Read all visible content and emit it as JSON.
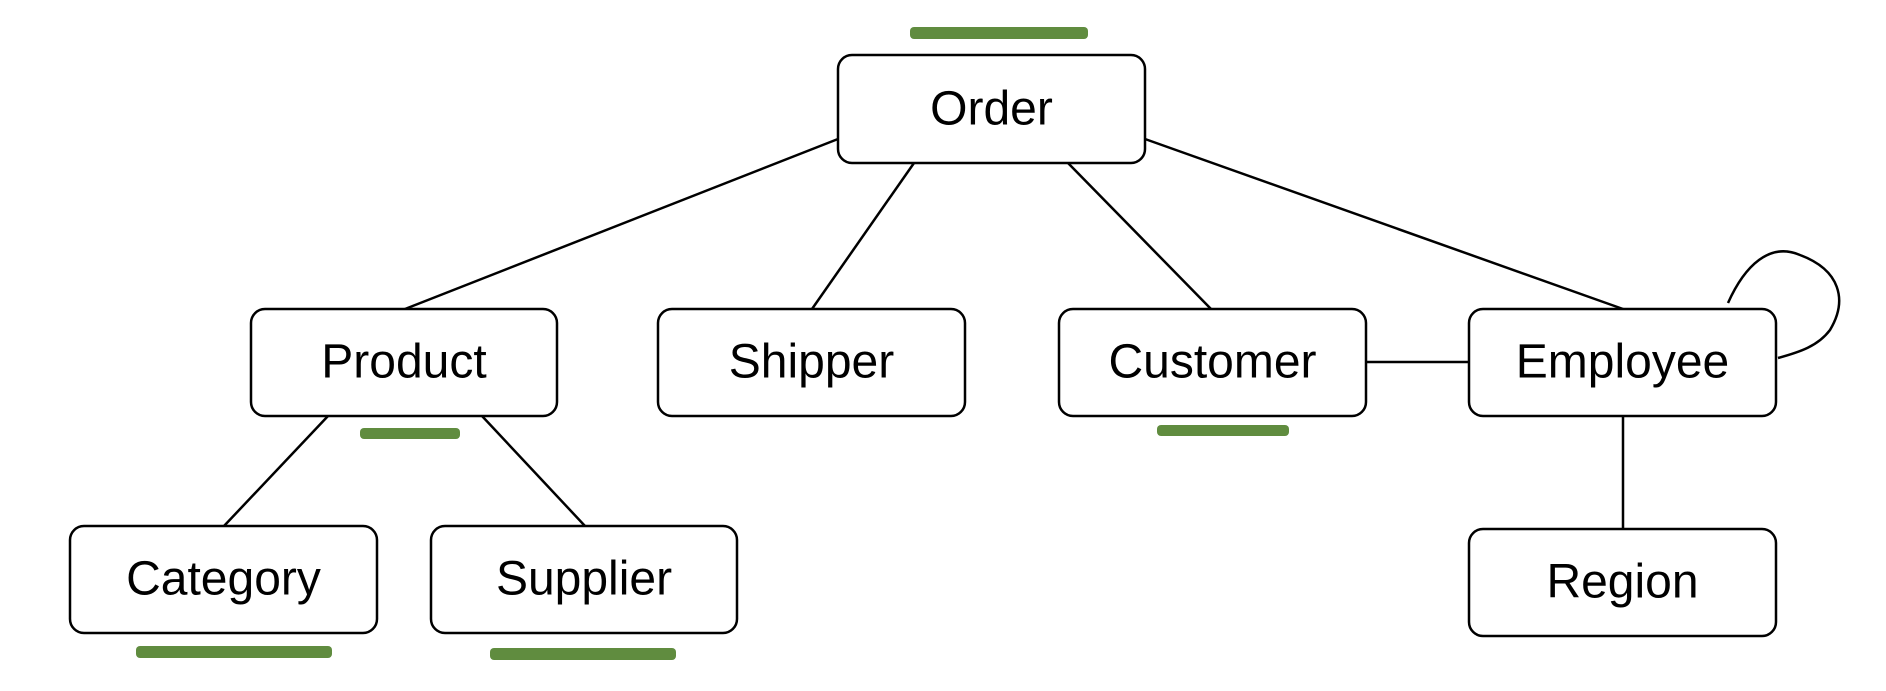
{
  "diagram": {
    "nodes": {
      "order": "Order",
      "product": "Product",
      "shipper": "Shipper",
      "customer": "Customer",
      "employee": "Employee",
      "category": "Category",
      "supplier": "Supplier",
      "region": "Region"
    },
    "edges": [
      [
        "order",
        "product"
      ],
      [
        "order",
        "shipper"
      ],
      [
        "order",
        "customer"
      ],
      [
        "order",
        "employee"
      ],
      [
        "product",
        "category"
      ],
      [
        "product",
        "supplier"
      ],
      [
        "customer",
        "employee"
      ],
      [
        "employee",
        "region"
      ],
      [
        "employee",
        "employee"
      ]
    ],
    "marker_color": "#4f7f2a"
  }
}
